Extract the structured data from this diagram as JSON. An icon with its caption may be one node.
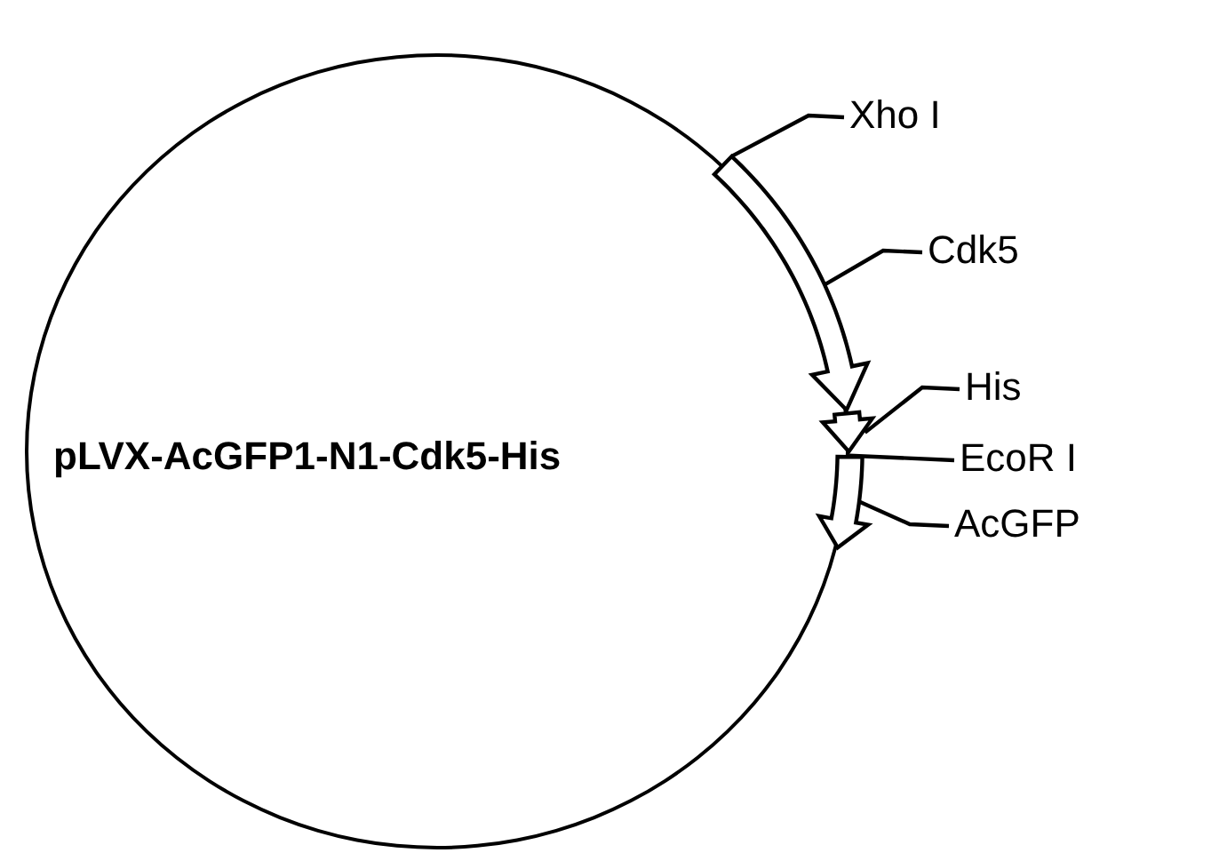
{
  "diagram": {
    "nodes": [
      {
        "text": [
          "pLVX-AcGFP1-N1-Cdk5-His"
        ]
      },
      {
        "text": [],
        "shape": "arrow"
      },
      {
        "text": [],
        "shape": "arrow"
      },
      {
        "text": [],
        "shape": "arrow"
      },
      {
        "text": [
          "Xho I"
        ]
      },
      {
        "text": [
          "Cdk5"
        ]
      },
      {
        "text": [
          "His"
        ]
      },
      {
        "text": [
          "EcoR I"
        ]
      },
      {
        "text": [
          "AcGFP"
        ]
      }
    ],
    "edges": [
      {
        "from": 4,
        "to": 1,
        "arrow": "none"
      },
      {
        "from": 5,
        "to": 1,
        "arrow": "none"
      },
      {
        "from": 6,
        "to": 2,
        "arrow": "none"
      },
      {
        "from": 7,
        "to": 3,
        "arrow": "none"
      },
      {
        "from": 8,
        "to": 3,
        "arrow": "none"
      }
    ]
  }
}
